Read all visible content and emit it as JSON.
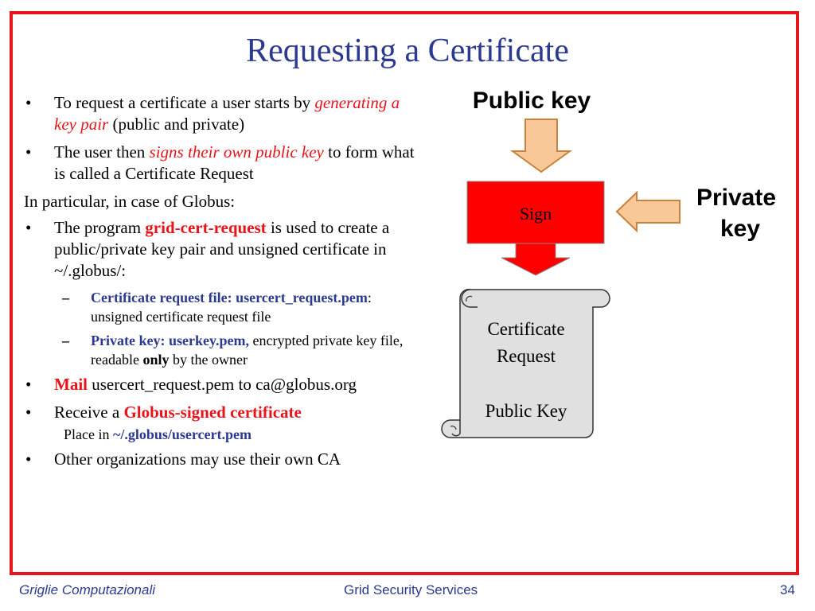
{
  "slide": {
    "title": "Requesting a Certificate",
    "bullets": {
      "b1": {
        "pre": "To request a certificate a user starts by ",
        "em": "generating a key pair",
        "post": " (public and private)"
      },
      "b2": {
        "pre": "The user then ",
        "em": "signs their own public key",
        "post": " to form what is called a Certificate Request"
      },
      "globus_intro": "In particular, in case of Globus:",
      "b3": {
        "pre": "The program ",
        "strong": "grid-cert-request",
        "post": " is used to create a public/private key pair and unsigned certificate in ~/.globus/:"
      },
      "sub1": {
        "strong": "Certificate request file: usercert_request.pem",
        "post": ":  unsigned certificate request file"
      },
      "sub2": {
        "strong": "Private key: userkey.pem,",
        "mid": " encrypted private key file, readable ",
        "only": "only",
        "post": " by the owner"
      },
      "b4": {
        "strong": "Mail",
        "post": " usercert_request.pem to ca@globus.org"
      },
      "b5": {
        "pre": "Receive a ",
        "strong": "Globus-signed certificate"
      },
      "place": {
        "pre": "Place in ",
        "strong": "~/.globus/usercert.pem"
      },
      "b6": "Other organizations may use their own CA"
    },
    "bullet_symbol": "•",
    "dash_symbol": "–"
  },
  "diagram": {
    "public_key_label": "Public key",
    "private_key_label_line1": "Private",
    "private_key_label_line2": "key",
    "sign_label": "Sign",
    "scroll_line1": "Certificate",
    "scroll_line2": "Request",
    "scroll_line3": "Public Key",
    "colors": {
      "sign_box": "#ff0000",
      "arrow_fill": "#f9c898",
      "arrow_stroke": "#c8823c",
      "scroll_fill": "#e0e0e0"
    }
  },
  "footer": {
    "left": "Griglie Computazionali",
    "center": "Grid Security Services",
    "page": "34"
  },
  "colors": {
    "frame": "#e8141b",
    "title": "#2b3a8f",
    "emphasis_red": "#e8141b",
    "emphasis_blue": "#2b3a8f"
  }
}
